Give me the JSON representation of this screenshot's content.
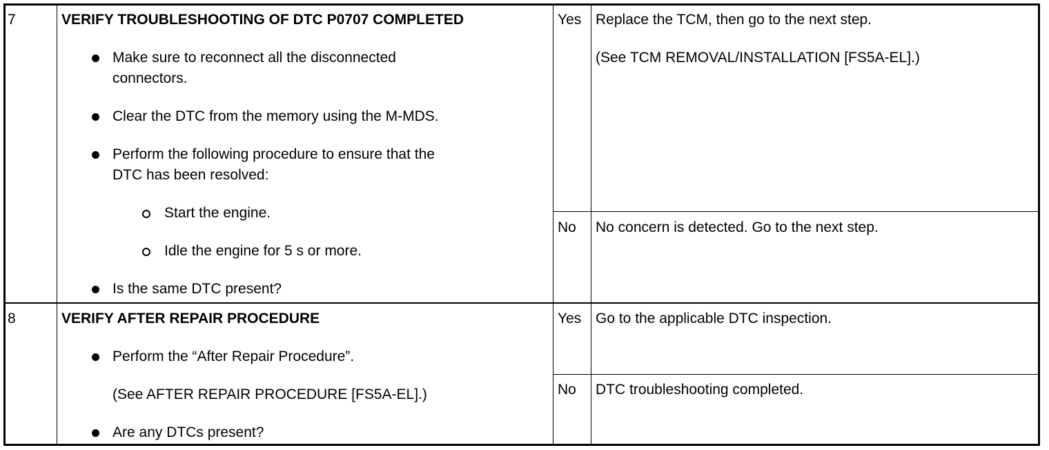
{
  "rows": [
    {
      "step": "7",
      "title": "VERIFY TROUBLESHOOTING OF DTC P0707 COMPLETED",
      "items": [
        {
          "type": "bullet",
          "lines": [
            "Make sure to reconnect all the disconnected",
            "connectors."
          ]
        },
        {
          "type": "bullet",
          "lines": [
            "Clear the DTC from the memory using the M-MDS."
          ]
        },
        {
          "type": "bullet",
          "lines": [
            "Perform the following procedure to ensure that the",
            "DTC has been resolved:"
          ]
        },
        {
          "type": "sub",
          "lines": [
            "Start the engine."
          ]
        },
        {
          "type": "sub",
          "lines": [
            "Idle the engine for 5 s or more."
          ]
        },
        {
          "type": "bullet",
          "lines": [
            "Is the same DTC present?"
          ]
        }
      ],
      "yes_label": "Yes",
      "yes_lines": [
        "Replace the TCM, then go to the next step.",
        "(See TCM REMOVAL/INSTALLATION [FS5A-EL].)"
      ],
      "no_label": "No",
      "no_lines": [
        "No concern is detected. Go to the next step."
      ]
    },
    {
      "step": "8",
      "title": "VERIFY AFTER REPAIR PROCEDURE",
      "items": [
        {
          "type": "bullet",
          "lines": [
            "Perform the “After Repair Procedure”."
          ]
        },
        {
          "type": "note",
          "lines": [
            "(See AFTER REPAIR PROCEDURE [FS5A-EL].)"
          ]
        },
        {
          "type": "bullet",
          "lines": [
            "Are any DTCs present?"
          ]
        }
      ],
      "yes_label": "Yes",
      "yes_lines": [
        "Go to the applicable DTC inspection."
      ],
      "no_label": "No",
      "no_lines": [
        "DTC troubleshooting completed."
      ]
    }
  ]
}
